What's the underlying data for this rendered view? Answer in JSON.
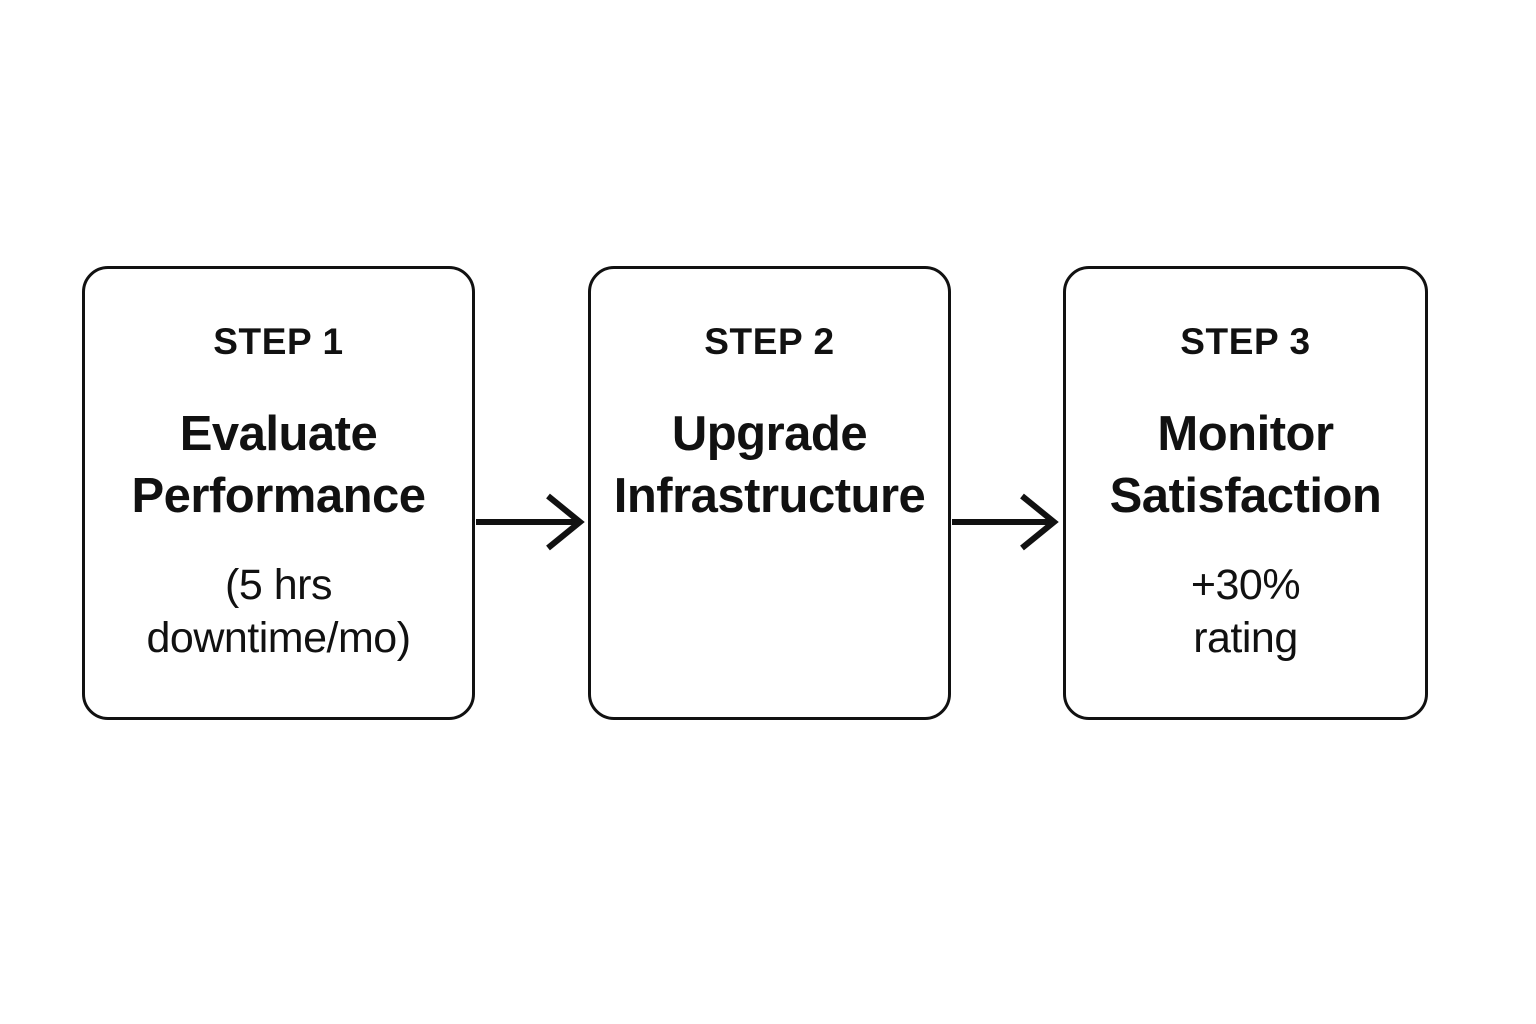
{
  "diagram": {
    "type": "process-flow",
    "orientation": "horizontal",
    "background_color": "#ffffff",
    "stroke_color": "#111111",
    "text_color": "#111111",
    "steps": [
      {
        "label": "STEP 1",
        "title": "Evaluate\nPerformance",
        "sub": "(5 hrs\ndowntime/mo)"
      },
      {
        "label": "STEP 2",
        "title": "Upgrade\nInfrastructure",
        "sub": ""
      },
      {
        "label": "STEP 3",
        "title": "Monitor\nSatisfaction",
        "sub": "+30%\nrating"
      }
    ],
    "connectors": [
      {
        "from": "STEP 1",
        "to": "STEP 2",
        "style": "open-chevron-arrow"
      },
      {
        "from": "STEP 2",
        "to": "STEP 3",
        "style": "open-chevron-arrow"
      }
    ]
  }
}
